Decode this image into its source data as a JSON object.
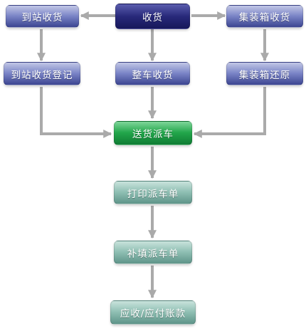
{
  "flow": {
    "receive": "收货",
    "station_receive": "到站收货",
    "container_receive": "集装箱收货",
    "station_register": "到站收货登记",
    "full_truck": "整车收货",
    "container_restore": "集装箱还原",
    "dispatch": "送货派车",
    "print_dispatch": "打印派车单",
    "fill_dispatch": "补填派车单",
    "accounts": "应收/应付账款"
  },
  "colors": {
    "arrow": "#aaaaaa",
    "node_blue": "#3c4591",
    "node_navy": "#17185a",
    "node_green": "#0f7c33",
    "node_teal": "#5e9489"
  }
}
